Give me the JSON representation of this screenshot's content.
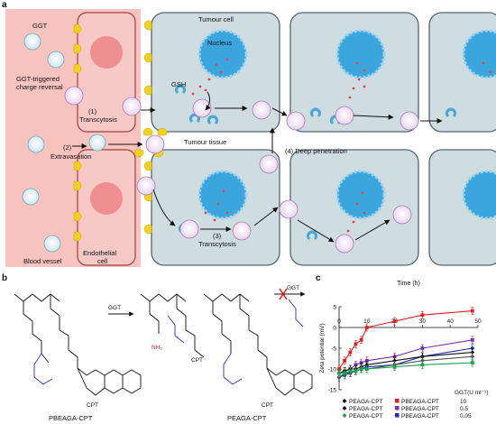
{
  "panels": {
    "a": "a",
    "b": "b",
    "c": "c"
  },
  "panel_a": {
    "ggt": "GGT",
    "tumour_cell": "Tumour cell",
    "nucleus": "Nucleus",
    "ggt_triggered": "GGT-triggered",
    "charge_reversal": "charge reversal",
    "gsh": "GSH",
    "step1_num": "(1)",
    "step1": "Transcytosis",
    "step2_num": "(2)",
    "step2": "Extravasation",
    "tumour_tissue": "Tumour tissue",
    "step4": "(4) Deep penetration",
    "step3_num": "(3)",
    "step3": "Transcytosis",
    "endothelial": "Endothelial",
    "cell": "cell",
    "blood_vessel": "Blood vessel"
  },
  "panel_b": {
    "ggt_arrow1": "GGT",
    "ggt_arrow2": "GGT",
    "cpt1": "CPT",
    "cpt2": "CPT",
    "cpt3": "CPT",
    "nh2": "NH₂",
    "name1": "PBEAGA-CPT",
    "name2": "PEAGA-CPT"
  },
  "panel_c": {
    "title_x": "Time (h)",
    "ylabel": "Zeta potential (mV)",
    "legend_header": "GGT(U ml⁻¹)",
    "legend": [
      {
        "left": "PEAGA-CPT",
        "right": "PBEAGA-CPT",
        "value": "10"
      },
      {
        "left": "PEAGA-CPT",
        "right": "PBEAGA-CPT",
        "value": "0.5"
      },
      {
        "left": "PEAGA-CPT",
        "right": "PBEAGA-CPT",
        "value": "0.05"
      }
    ]
  },
  "colors": {
    "vessel": "#f9c4c0",
    "cell_fill": "#cfdde0",
    "cell_stroke": "#51676d",
    "nucleus": "#3aa6dd",
    "ggt_yellow": "#f2d21a",
    "red": "#e02020",
    "purple": "#7a2fb0",
    "blue": "#1d2bb8",
    "green": "#1aa34a",
    "black": "#111111"
  },
  "chart_data": {
    "type": "line",
    "xlabel": "Time (h)",
    "ylabel": "Zeta potential (mV)",
    "xlim": [
      0,
      50
    ],
    "ylim": [
      -15,
      5
    ],
    "xticks": [
      0,
      10,
      20,
      30,
      40,
      50
    ],
    "yticks": [
      -15,
      -10,
      -5,
      0,
      5
    ],
    "series": [
      {
        "name": "PBEAGA-CPT 10",
        "color": "#e02020",
        "marker": "square",
        "x": [
          0,
          2,
          4,
          6,
          8,
          10,
          20,
          30,
          48
        ],
        "y": [
          -10,
          -8,
          -6,
          -4,
          -3,
          0,
          1.5,
          3,
          4
        ]
      },
      {
        "name": "PBEAGA-CPT 0.5",
        "color": "#7a2fb0",
        "marker": "square",
        "x": [
          0,
          2,
          4,
          6,
          8,
          10,
          20,
          30,
          48
        ],
        "y": [
          -11,
          -10.5,
          -10,
          -9,
          -8.5,
          -8,
          -7,
          -5,
          -3
        ]
      },
      {
        "name": "PBEAGA-CPT 0.05",
        "color": "#1d2bb8",
        "marker": "circle",
        "x": [
          0,
          2,
          4,
          6,
          8,
          10,
          20,
          30,
          48
        ],
        "y": [
          -12,
          -11.5,
          -11,
          -10.5,
          -10,
          -9.5,
          -9,
          -7,
          -5
        ]
      },
      {
        "name": "PEAGA-CPT 10",
        "color": "#111111",
        "marker": "diamond",
        "x": [
          0,
          2,
          4,
          6,
          8,
          10,
          20,
          30,
          48
        ],
        "y": [
          -11,
          -10.5,
          -10,
          -10,
          -9.5,
          -9,
          -8,
          -7,
          -6
        ]
      },
      {
        "name": "PEAGA-CPT 0.5",
        "color": "#555555",
        "marker": "diamond",
        "x": [
          0,
          2,
          4,
          6,
          8,
          10,
          20,
          30,
          48
        ],
        "y": [
          -12,
          -11,
          -11,
          -10.5,
          -10,
          -10,
          -9,
          -8,
          -7
        ]
      },
      {
        "name": "PEAGA-CPT 0.05",
        "color": "#1aa34a",
        "marker": "square",
        "x": [
          0,
          2,
          4,
          6,
          8,
          10,
          20,
          30,
          48
        ],
        "y": [
          -11,
          -11,
          -10.5,
          -10.5,
          -10,
          -10,
          -9.5,
          -9,
          -8.5
        ]
      }
    ]
  }
}
